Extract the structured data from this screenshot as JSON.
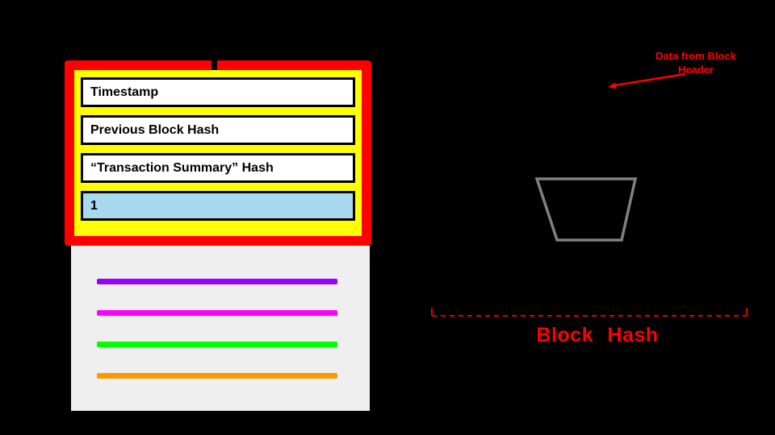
{
  "diagram": {
    "background": "#000000"
  },
  "block_header": {
    "border_color": "#ff0000",
    "fill_color": "#ffff00",
    "fields": [
      {
        "label": "Timestamp",
        "bg": "#ffffff"
      },
      {
        "label": "Previous Block Hash",
        "bg": "#ffffff"
      },
      {
        "label": "“Transaction Summary” Hash",
        "bg": "#ffffff"
      },
      {
        "label": "1",
        "bg": "#a8d9ee"
      }
    ]
  },
  "transactions": {
    "bg": "#efefef",
    "lines": [
      {
        "color": "#9900ff"
      },
      {
        "color": "#ff00ff"
      },
      {
        "color": "#00ff00"
      },
      {
        "color": "#ff9900"
      }
    ]
  },
  "funnel": {
    "stroke_color": "#808080"
  },
  "annotations": {
    "data_from_block_header": {
      "text": "Data from Block Header",
      "color": "#ff0000"
    },
    "block_hash": {
      "text": "Block Hash",
      "color": "#ff0000"
    },
    "bracket_color": "#dd0000"
  }
}
